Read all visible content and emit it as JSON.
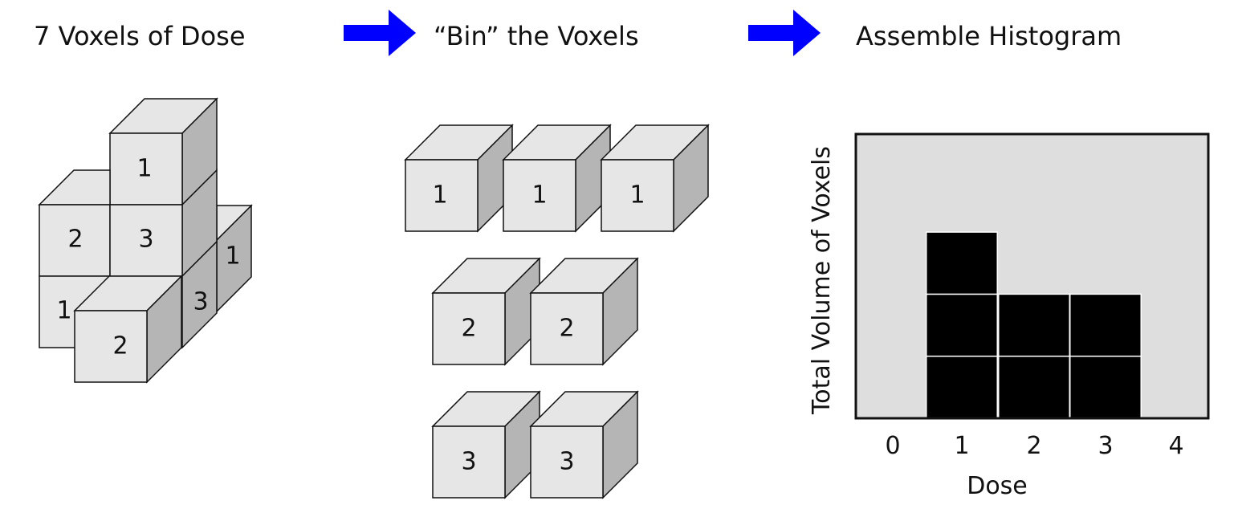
{
  "steps": [
    {
      "title": "7 Voxels of Dose"
    },
    {
      "title": "“Bin” the Voxels"
    },
    {
      "title": "Assemble Histogram"
    }
  ],
  "arrow_color": "#0000ff",
  "voxels": [
    "1",
    "2",
    "3",
    "2",
    "1",
    "1",
    "3"
  ],
  "bins": [
    {
      "dose": "1",
      "voxels": [
        "1",
        "1",
        "1"
      ]
    },
    {
      "dose": "2",
      "voxels": [
        "2",
        "2"
      ]
    },
    {
      "dose": "3",
      "voxels": [
        "3",
        "3"
      ]
    }
  ],
  "chart_data": {
    "type": "bar",
    "categories": [
      "0",
      "1",
      "2",
      "3",
      "4"
    ],
    "values": [
      0,
      3,
      2,
      2,
      0
    ],
    "xlabel": "Dose",
    "ylabel": "Total Volume of Voxels",
    "bar_color": "#000000",
    "background_color": "#dedede",
    "grid": false
  }
}
